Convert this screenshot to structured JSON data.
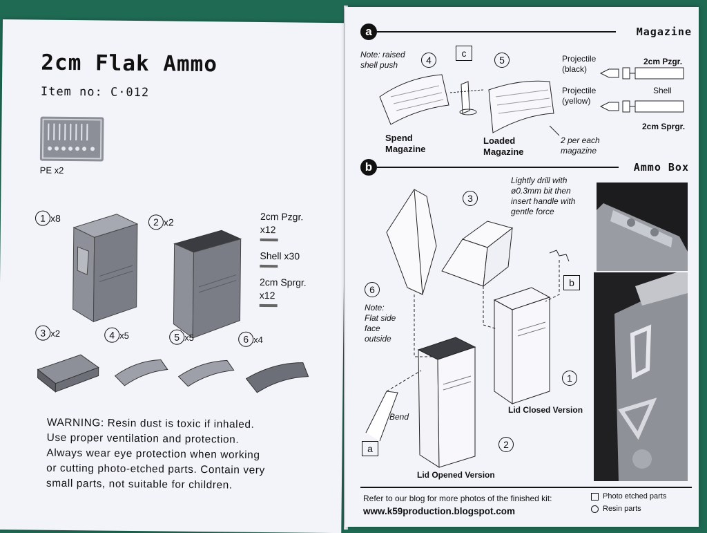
{
  "left": {
    "title": "2cm Flak Ammo",
    "item_no": "Item no: C·012",
    "pe_label": "PE x2",
    "parts": [
      {
        "num": "1",
        "qty": "x8"
      },
      {
        "num": "2",
        "qty": "x2"
      },
      {
        "num": "3",
        "qty": "x2"
      },
      {
        "num": "4",
        "qty": "x5"
      },
      {
        "num": "5",
        "qty": "x5"
      },
      {
        "num": "6",
        "qty": "x4"
      }
    ],
    "shells": [
      {
        "name": "2cm Pzgr.",
        "qty": "x12"
      },
      {
        "name": "Shell",
        "qty": "x30"
      },
      {
        "name": "2cm Sprgr.",
        "qty": "x12"
      }
    ],
    "warning": [
      "WARNING: Resin dust is toxic if inhaled.",
      "Use proper ventilation and protection.",
      "Always wear eye protection when working",
      "or cutting photo-etched parts. Contain very",
      "small parts, not suitable for children."
    ]
  },
  "right": {
    "section_a": {
      "letter": "a",
      "title": "Magazine"
    },
    "section_b": {
      "letter": "b",
      "title": "Ammo Box"
    },
    "note_raised": [
      "Note: raised",
      "shell push"
    ],
    "label_c": "c",
    "num4": "4",
    "num5": "5",
    "spend": [
      "Spend",
      "Magazine"
    ],
    "loaded": [
      "Loaded",
      "Magazine"
    ],
    "per_each": [
      "2 per each",
      "magazine"
    ],
    "projectile_black": [
      "Projectile",
      "(black)"
    ],
    "projectile_yellow": [
      "Projectile",
      "(yellow)"
    ],
    "pzgr": "2cm Pzgr.",
    "shell": "Shell",
    "sprgr": "2cm Sprgr.",
    "drill": [
      "Lightly drill with",
      "ø0.3mm bit then",
      "insert handle with",
      "gentle force"
    ],
    "num3": "3",
    "num6": "6",
    "label_b": "b",
    "note_flat": [
      "Note:",
      "Flat side",
      "face",
      "outside"
    ],
    "num1": "1",
    "lid_closed": "Lid Closed Version",
    "bend": "Bend",
    "label_a": "a",
    "num2": "2",
    "lid_opened": "Lid Opened Version",
    "footer_text": "Refer to our blog for more photos of the finished kit:",
    "footer_url": "www.k59production.blogspot.com",
    "legend_pe": "Photo etched parts",
    "legend_resin": "Resin parts"
  }
}
